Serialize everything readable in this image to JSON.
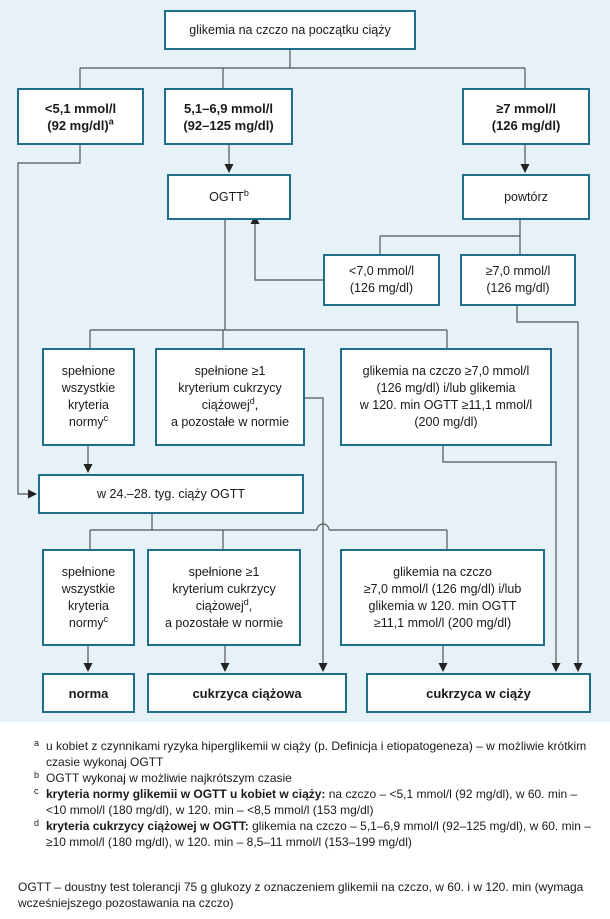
{
  "nodes": {
    "start": "glikemia na czczo na początku ciąży",
    "low_line1": "<5,1 mmol/l",
    "low_line2": "(92 mg/dl)",
    "low_sup": "a",
    "mid": "5,1–6,9 mmol/l\n(92–125 mg/dl)",
    "high": "≥7 mmol/l\n(126 mg/dl)",
    "ogtt": "OGTT",
    "ogtt_sup": "b",
    "repeat": "powtórz",
    "repeat_low": "<7,0 mmol/l\n(126 mg/dl)",
    "repeat_high": "≥7,0 mmol/l\n(126 mg/dl)",
    "r1_norm": "spełnione\nwszystkie\nkryteria\nnormy",
    "r1_norm_sup": "c",
    "r1_gdm_a": "spełnione ≥1\nkryterium cukrzycy\nciążowej",
    "r1_gdm_sup": "d",
    "r1_gdm_b": ",\na pozostałe w normie",
    "r1_dip": "glikemia na czczo ≥7,0 mmol/l\n(126 mg/dl) i/lub glikemia\nw 120. min OGTT ≥11,1 mmol/l\n(200 mg/dl)",
    "week": "w 24.–28. tyg. ciąży OGTT",
    "r2_norm": "spełnione\nwszystkie\nkryteria\nnormy",
    "r2_norm_sup": "c",
    "r2_gdm_a": "spełnione ≥1\nkryterium cukrzycy\nciążowej",
    "r2_gdm_sup": "d",
    "r2_gdm_b": ",\na pozostałe w normie",
    "r2_dip": "glikemia na czczo\n≥7,0 mmol/l (126 mg/dl) i/lub\nglikemia w 120. min OGTT\n≥11,1 mmol/l (200 mg/dl)",
    "out_norma": "norma",
    "out_gdm": "cukrzyca ciążowa",
    "out_dip": "cukrzyca w ciąży"
  },
  "footnotes": {
    "a_mark": "a",
    "a_text": "u kobiet z czynnikami ryzyka hiperglikemii w ciąży (p. Definicja i etiopatogeneza) – w możliwie krótkim czasie wykonaj OGTT",
    "b_mark": "b",
    "b_text": "OGTT wykonaj w możliwie najkrótszym czasie",
    "c_mark": "c",
    "c_bold": "kryteria normy glikemii w OGTT u kobiet w ciąży:",
    "c_text": " na czczo – <5,1 mmol/l (92 mg/dl), w 60. min – <10 mmol/l (180 mg/dl), w 120. min – <8,5 mmol/l (153 mg/dl)",
    "d_mark": "d",
    "d_bold": "kryteria cukrzycy ciążowej w OGTT:",
    "d_text": " glikemia na czczo – 5,1–6,9 mmol/l (92–125 mg/dl), w 60. min – ≥10 mmol/l (180 mg/dl), w 120. min – 8,5–11 mmol/l (153–199 mg/dl)"
  },
  "definition": "OGTT – doustny test tolerancji 75 g glukozy z oznaczeniem glikemii na czczo, w 60. i w 120. min (wymaga wcześniejszego pozostawania na czczo)",
  "colors": {
    "panel": "#e6f1f8",
    "border": "#1f6e8c",
    "line": "#555555"
  }
}
